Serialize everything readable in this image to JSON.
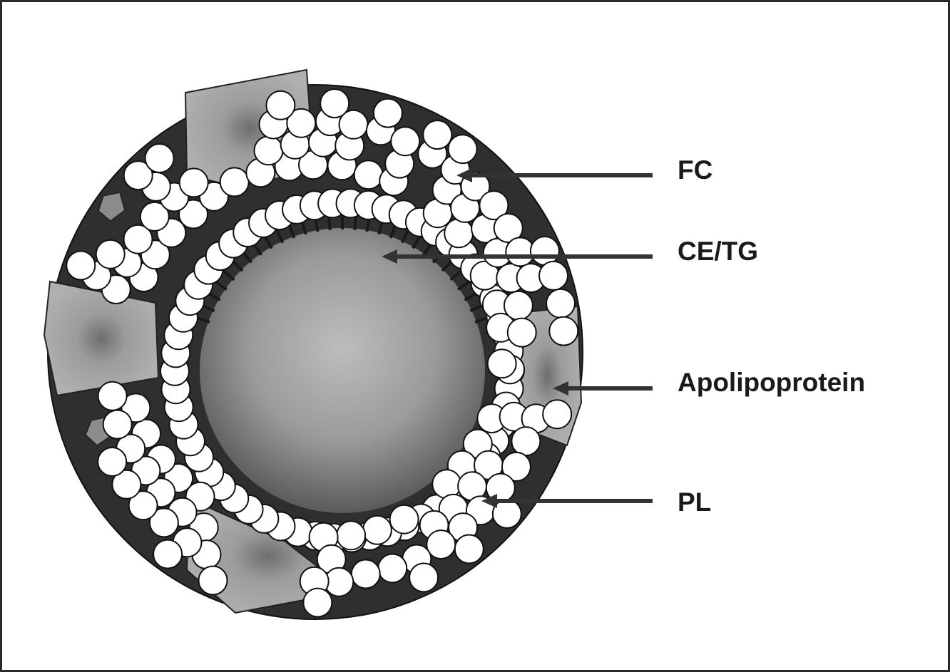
{
  "diagram": {
    "labels": {
      "fc": "FC",
      "ce_tg": "CE/TG",
      "apolipoprotein": "Apolipoprotein",
      "pl": "PL"
    },
    "colors": {
      "border": "#2a2a2a",
      "shell_dark": "#333333",
      "core_center": "#b8b8b8",
      "core_edge": "#5a5a5a",
      "protein_fill": "#a8a8a8",
      "phospholipid_head": "#ffffff",
      "cholesterol": "#8c8c8c",
      "arrow": "#333333"
    }
  }
}
